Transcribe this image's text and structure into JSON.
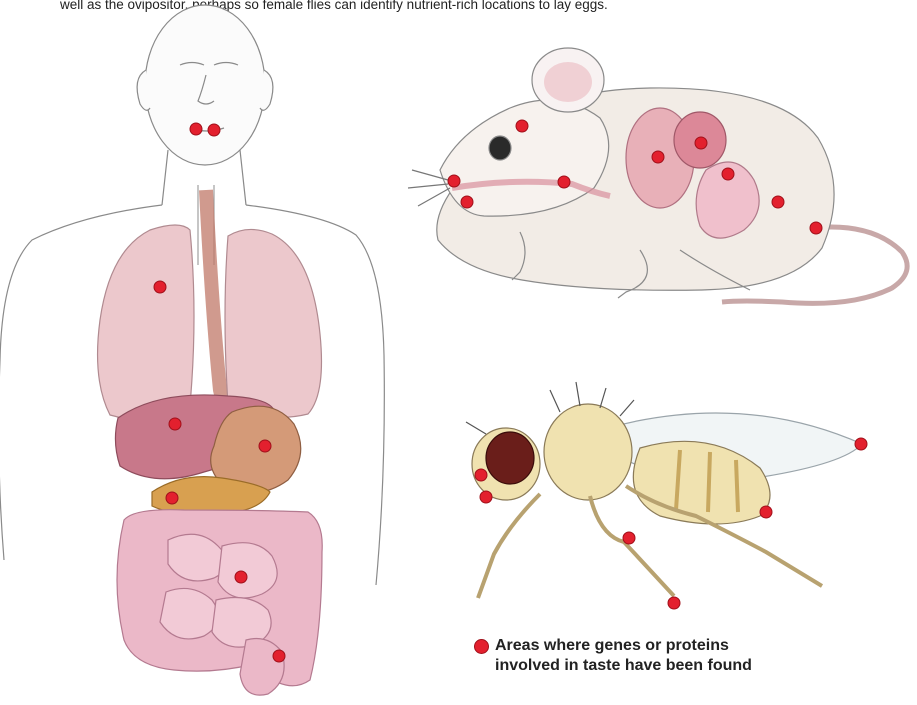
{
  "headline": "well as the ovipositor, perhaps so female flies can identify nutrient-rich locations to lay eggs.",
  "legend": {
    "line1": "Areas where genes or proteins",
    "line2": "involved in taste have been found"
  },
  "colors": {
    "marker": "#e3202e",
    "marker_outline": "#a0101a",
    "lung": "#ecc8cc",
    "liver": "#c8788a",
    "stomach": "#d49a78",
    "pancreas": "#d8a050",
    "intestine": "#ebb8c8",
    "mouse_fur": "#f2ece6",
    "fly_body": "#f0e2b0",
    "fly_eye": "#6a1e1a"
  }
}
